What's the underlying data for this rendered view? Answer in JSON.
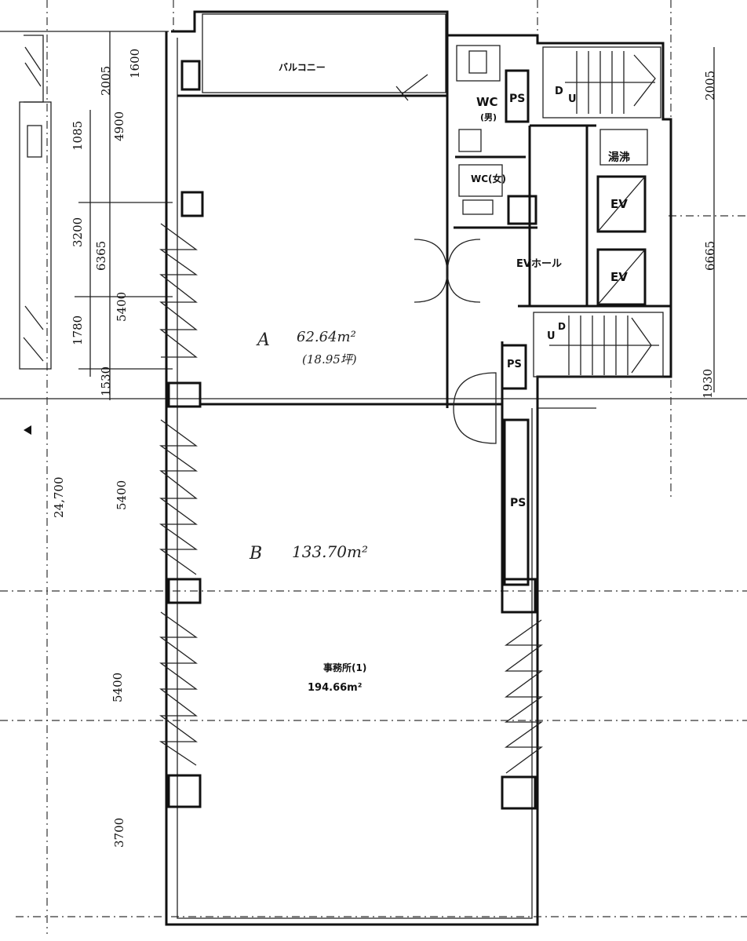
{
  "rooms": {
    "balcony": "バルコニー",
    "wc_m": "WC",
    "wc_m_sub": "(男)",
    "wc_f": "WC(女)",
    "ps_top": "PS",
    "ps_mid": "PS",
    "ps_long": "PS",
    "kitchen": "湯沸",
    "ev1": "EV",
    "ev2": "EV",
    "ev_hall": "EVホール",
    "stair_top_d": "D",
    "stair_top_u": "U",
    "stair_bottom_u": "U",
    "stair_bottom_d": "D"
  },
  "areas": {
    "a_label": "A",
    "a_area": "62.64m²",
    "a_tsubo": "(18.95坪)",
    "b_label": "B",
    "b_area": "133.70m²",
    "office_name": "事務所(1)",
    "office_area": "194.66m²"
  },
  "dimensions": {
    "left_2005": "2005",
    "left_1600": "1600",
    "left_1085": "1085",
    "left_4900": "4900",
    "left_3200": "3200",
    "left_6365": "6365",
    "left_5400_upper": "5400",
    "left_1780": "1780",
    "left_1530": "1530",
    "left_24700": "24,700",
    "left_5400_mid": "5400",
    "left_5400_low": "5400",
    "left_3700": "3700",
    "right_2005": "2005",
    "right_6665": "6665",
    "right_1930": "1930"
  }
}
